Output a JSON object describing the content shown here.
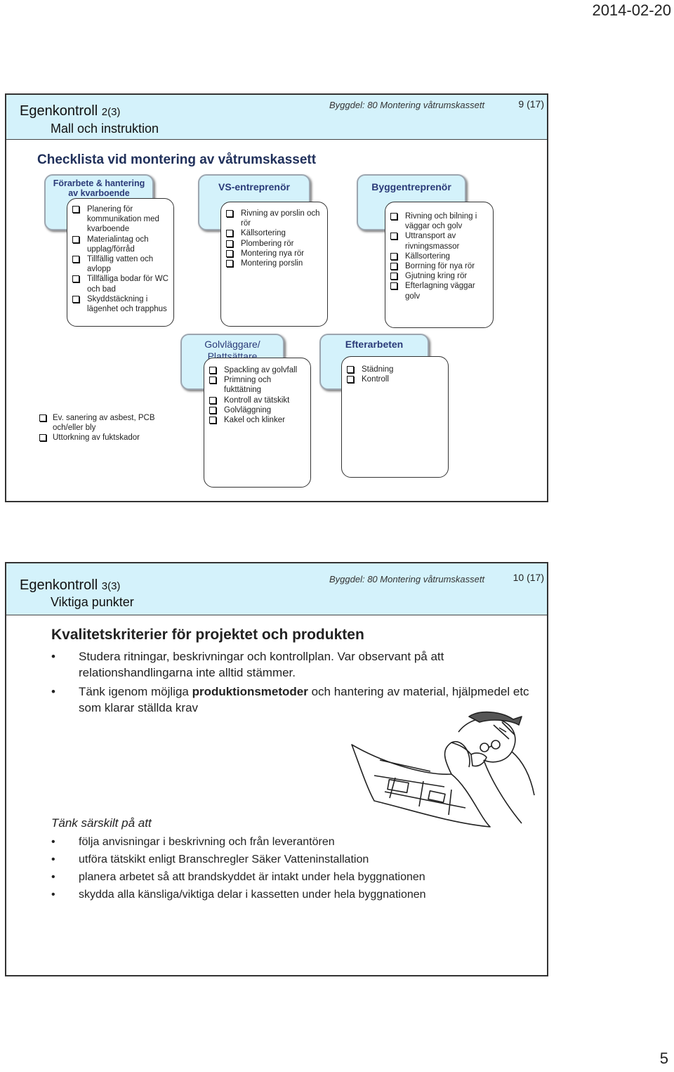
{
  "date": "2014-02-20",
  "page_number": "5",
  "slide1": {
    "title_main": "Egenkontroll",
    "title_num": "2(3)",
    "subtitle": "Mall och instruktion",
    "meta": "Byggdel: 80 Montering våtrumskassett",
    "page": "9 (17)",
    "checklist_title": "Checklista vid montering av våtrumskassett",
    "forarbete": {
      "title_line1": "Förarbete & hantering",
      "title_line2": "av kvarboende",
      "items": [
        "Planering för kommunikation med kvarboende",
        "Materialintag och upplag/förråd",
        "Tillfällig vatten och avlopp",
        "Tillfälliga bodar för WC och bad",
        "Skyddstäckning i lägenhet och trapphus"
      ]
    },
    "vs": {
      "title": "VS-entreprenör",
      "items": [
        "Rivning av porslin och rör",
        "Källsortering",
        "Plombering rör",
        "Montering nya rör",
        "Montering porslin"
      ]
    },
    "bygg": {
      "title": "Byggentreprenör",
      "items": [
        "Rivning och bilning i väggar och golv",
        "Uttransport av rivningsmassor",
        "Källsortering",
        "Borrning för nya rör",
        "Gjutning kring rör",
        "Efterlagning väggar golv"
      ]
    },
    "golv": {
      "title_line1": "Golvläggare/",
      "title_line2": "Plattsättare",
      "items": [
        "Spackling av golvfall",
        "Primning och fukttätning",
        "Kontroll av tätskikt",
        "Golvläggning",
        "Kakel och klinker"
      ]
    },
    "efter": {
      "title": "Efterarbeten",
      "items": [
        "Städning",
        "Kontroll"
      ]
    },
    "loose_items": [
      "Ev. sanering av asbest, PCB och/eller bly",
      "Uttorkning av fuktskador"
    ]
  },
  "slide2": {
    "title_main": "Egenkontroll",
    "title_num": "3(3)",
    "subtitle": "Viktiga punkter",
    "meta": "Byggdel: 80 Montering våtrumskassett",
    "page": "10 (17)",
    "heading": "Kvalitetskriterier för projektet och produkten",
    "bullet1": "Studera ritningar, beskrivningar och kontrollplan. Var observant på att relationshandlingarna inte alltid stämmer.",
    "bullet2_pre": "Tänk igenom möjliga ",
    "bullet2_bold": "produktionsmetoder",
    "bullet2_post": " och hantering av material, hjälpmedel etc som klarar ställda krav",
    "think_title": "Tänk särskilt på att",
    "think_items": [
      "följa anvisningar i beskrivning och från leverantören",
      "utföra tätskikt enligt Branschregler Säker Vatteninstallation",
      "planera arbetet så att brandskyddet är intakt under hela byggnationen",
      "skydda alla känsliga/viktiga delar i kassetten under hela byggnationen"
    ]
  }
}
